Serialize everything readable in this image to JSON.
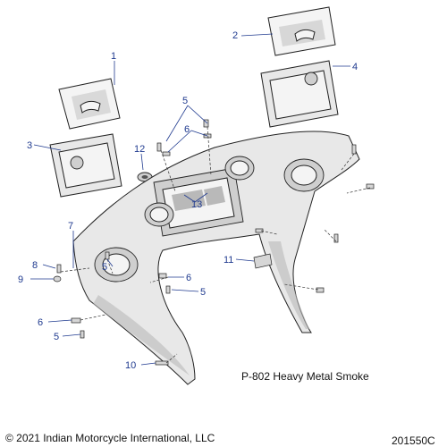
{
  "diagram": {
    "variant": "P-802 Heavy Metal Smoke",
    "copyright": "© 2021 Indian Motorcycle International, LLC",
    "doc_number": "201550C",
    "callouts": [
      {
        "id": "1",
        "label": "1"
      },
      {
        "id": "2",
        "label": "2"
      },
      {
        "id": "3",
        "label": "3"
      },
      {
        "id": "4",
        "label": "4"
      },
      {
        "id": "5a",
        "label": "5"
      },
      {
        "id": "6a",
        "label": "6"
      },
      {
        "id": "12",
        "label": "12"
      },
      {
        "id": "13",
        "label": "13"
      },
      {
        "id": "7",
        "label": "7"
      },
      {
        "id": "5b",
        "label": "5"
      },
      {
        "id": "8",
        "label": "8"
      },
      {
        "id": "9",
        "label": "9"
      },
      {
        "id": "6b",
        "label": "6"
      },
      {
        "id": "5c",
        "label": "5"
      },
      {
        "id": "11",
        "label": "11"
      },
      {
        "id": "6c",
        "label": "6"
      },
      {
        "id": "5d",
        "label": "5"
      },
      {
        "id": "10",
        "label": "10"
      }
    ]
  }
}
